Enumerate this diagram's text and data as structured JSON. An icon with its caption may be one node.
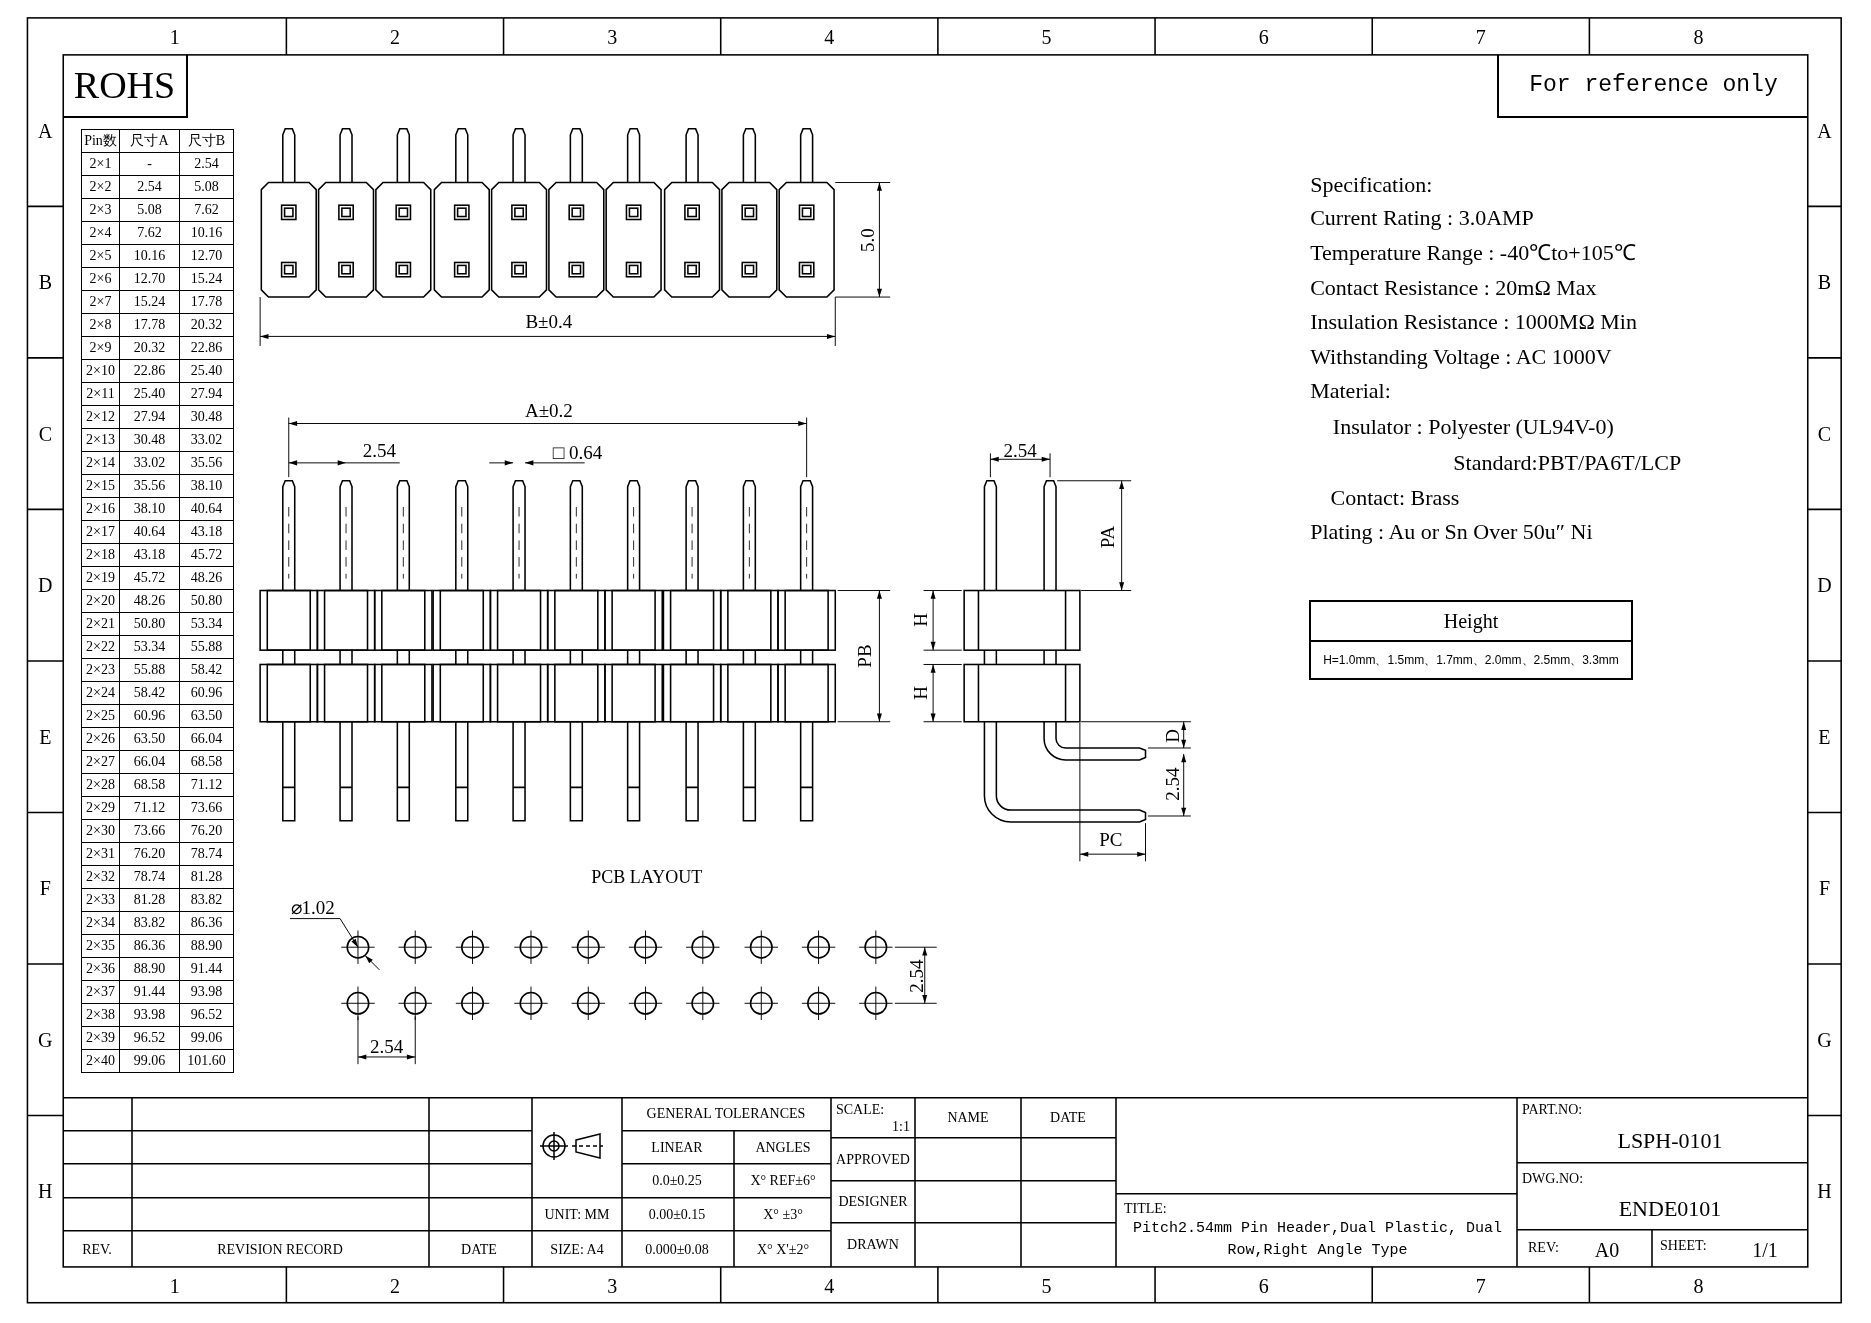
{
  "diagram": {
    "labels": [
      "1",
      "2",
      "3",
      "4",
      "5",
      "6",
      "7",
      "8",
      "A",
      "B",
      "C",
      "D",
      "E",
      "F",
      "G",
      "H",
      "A",
      "B",
      "C",
      "D",
      "E",
      "F",
      "G",
      "H",
      "ROHS",
      "For reference only",
      "Pin数",
      "尺寸A",
      "尺寸B",
      "2×1",
      "-",
      "2.54",
      "2×2",
      "2.54",
      "5.08",
      "2×3",
      "5.08",
      "7.62",
      "2×4",
      "7.62",
      "10.16",
      "2×5",
      "10.16",
      "12.70",
      "2×6",
      "12.70",
      "15.24",
      "2×7",
      "15.24",
      "17.78",
      "2×8",
      "17.78",
      "20.32",
      "2×9",
      "20.32",
      "22.86",
      "2×10",
      "22.86",
      "25.40",
      "2×11",
      "25.40",
      "27.94",
      "2×12",
      "27.94",
      "30.48",
      "2×13",
      "30.48",
      "33.02",
      "2×14",
      "33.02",
      "35.56",
      "2×15",
      "35.56",
      "38.10",
      "2×16",
      "38.10",
      "40.64",
      "2×17",
      "40.64",
      "43.18",
      "2×18",
      "43.18",
      "45.72",
      "2×19",
      "45.72",
      "48.26",
      "2×20",
      "48.26",
      "50.80",
      "2×21",
      "50.80",
      "53.34",
      "2×22",
      "53.34",
      "55.88",
      "2×23",
      "55.88",
      "58.42",
      "2×24",
      "58.42",
      "60.96",
      "2×25",
      "60.96",
      "63.50",
      "2×26",
      "63.50",
      "66.04",
      "2×27",
      "66.04",
      "68.58",
      "2×28",
      "68.58",
      "71.12",
      "2×29",
      "71.12",
      "73.66",
      "2×30",
      "73.66",
      "76.20",
      "2×31",
      "76.20",
      "78.74",
      "2×32",
      "78.74",
      "81.28",
      "2×33",
      "81.28",
      "83.82",
      "2×34",
      "83.82",
      "86.36",
      "2×35",
      "86.36",
      "88.90",
      "2×36",
      "88.90",
      "91.44",
      "2×37",
      "91.44",
      "93.98",
      "2×38",
      "93.98",
      "96.52",
      "2×39",
      "96.52",
      "99.06",
      "2×40",
      "99.06",
      "101.60",
      "5.0",
      "B±0.4",
      "A±0.2",
      "2.54",
      "□ 0.64",
      "PB",
      "2.54",
      "PA",
      "H",
      "H",
      "D",
      "2.54",
      "PC",
      "PCB LAYOUT",
      "⌀1.02",
      "2.54",
      "2.54",
      "Specification:",
      "Current Rating : 3.0AMP",
      "Temperature Range : -40℃to+105℃",
      "Contact Resistance : 20mΩ Max",
      "Insulation Resistance : 1000MΩ Min",
      "Withstanding Voltage : AC 1000V",
      "Material:",
      "Insulator : Polyester (UL94V-0)",
      "Standard:PBT/PA6T/LCP",
      "Contact: Brass",
      "Plating : Au or Sn Over 50u″ Ni",
      "Height",
      "H=1.0mm、1.5mm、1.7mm、2.0mm、2.5mm、3.3mm",
      "REV.",
      "REVISION RECORD",
      "DATE",
      "UNIT: MM",
      "SIZE: A4",
      "GENERAL TOLERANCES",
      "LINEAR",
      "ANGLES",
      "0.0±0.25",
      "X° REF±6°",
      "0.00±0.15",
      "X° ±3°",
      "0.000±0.08",
      "X° X'±2°",
      "SCALE:",
      "1:1",
      "APPROVED",
      "DESIGNER",
      "DRAWN",
      "NAME",
      "DATE",
      "TITLE:",
      "Pitch2.54mm Pin Header,Dual Plastic, Dual Row,Right Angle Type",
      "PART.NO:",
      "LSPH-0101",
      "DWG.NO:",
      "ENDE0101",
      "REV:",
      "A0",
      "SHEET:",
      "1/1",
      "1",
      "2",
      "3",
      "4",
      "5",
      "6",
      "7",
      "8"
    ]
  }
}
